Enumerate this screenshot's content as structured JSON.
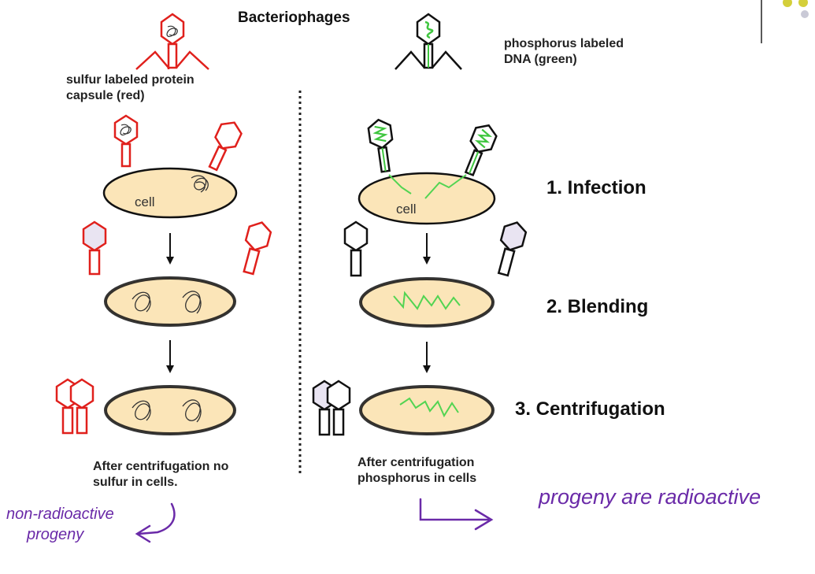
{
  "title": "Bacteriophages",
  "left_label": [
    "sulfur labeled protein",
    "capsule (red)"
  ],
  "right_label": [
    "phosphorus labeled",
    "DNA  (green)"
  ],
  "cell_label": "cell",
  "steps": [
    "1. Infection",
    "2. Blending",
    "3. Centrifugation"
  ],
  "left_caption": [
    "After centrifugation no",
    "sulfur in cells."
  ],
  "right_caption": [
    "After centrifugation",
    "phosphorus in cells"
  ],
  "annotation_left": [
    "non-radioactive",
    "progeny"
  ],
  "annotation_right": "progeny are radioactive",
  "colors": {
    "protein": "#e0201c",
    "dna": "#52d452",
    "cell_fill": "#fbe5b8",
    "handwriting": "#6a2aa8"
  }
}
